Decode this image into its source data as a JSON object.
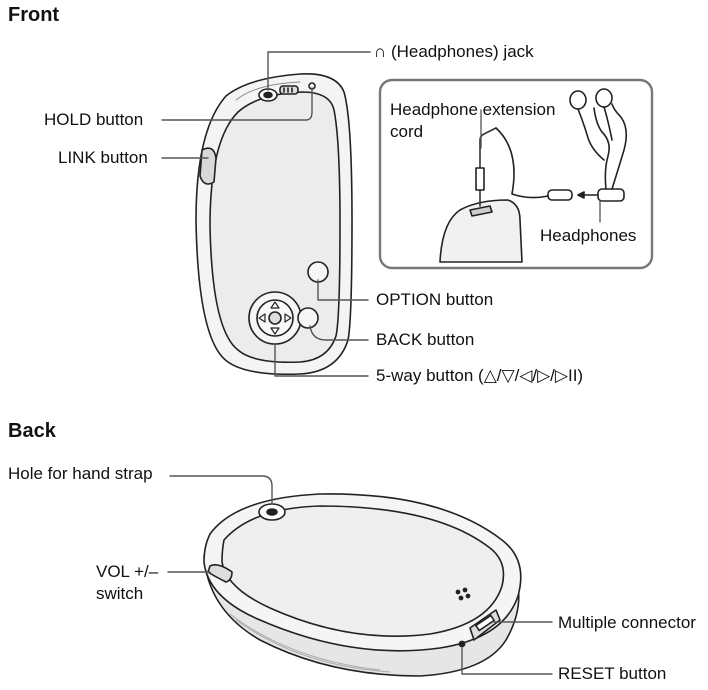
{
  "sections": {
    "front": "Front",
    "back": "Back"
  },
  "labels": {
    "headphones_jack_symbol": "∩",
    "headphones_jack": "(Headphones) jack",
    "hold_button": "HOLD button",
    "link_button": "LINK button",
    "extension_cord_line1": "Headphone extension",
    "extension_cord_line2": "cord",
    "headphones": "Headphones",
    "option_button": "OPTION button",
    "back_button": "BACK button",
    "five_way_button": "5-way button (△/▽/◁/▷/▷II)",
    "hand_strap_hole": "Hole for hand strap",
    "vol_switch_line1": "VOL +/–",
    "vol_switch_line2": "switch",
    "multiple_connector": "Multiple connector",
    "reset_button": "RESET button"
  }
}
